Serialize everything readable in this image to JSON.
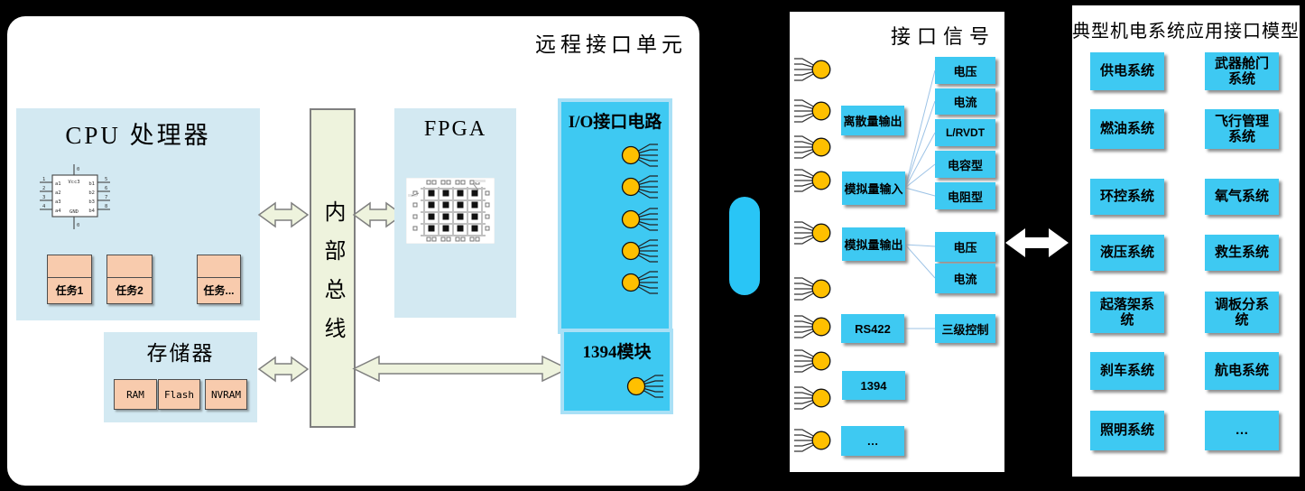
{
  "left_panel": {
    "title": "远程接口单元",
    "cpu_box": {
      "title": "CPU 处理器",
      "tasks": [
        {
          "label": "任务1"
        },
        {
          "label": "任务2"
        },
        {
          "label": "任务..."
        }
      ],
      "chip": {
        "top_pin_num": "0",
        "bottom_pin_num": "0",
        "vcc_label": "Vcc3",
        "gnd_label": "GND",
        "left_pin_nums": [
          "1",
          "2",
          "3",
          "4"
        ],
        "left_pin_labels": [
          "a1",
          "a2",
          "a3",
          "a4"
        ],
        "right_pin_nums": [
          "5",
          "6",
          "7",
          "8"
        ],
        "right_pin_labels": [
          "b1",
          "b2",
          "b3",
          "b4"
        ]
      }
    },
    "internal_bus": {
      "label": "内部总线"
    },
    "fpga_box": {
      "title": "FPGA"
    },
    "io_box": {
      "title": "I/O接口电路"
    },
    "memory_box": {
      "title": "存储器",
      "chips": [
        {
          "label": "RAM"
        },
        {
          "label": "Flash"
        },
        {
          "label": "NVRAM"
        }
      ]
    },
    "m1394_box": {
      "title": "1394模块"
    }
  },
  "middle_panel": {
    "title": "接口信号",
    "signal_boxes": [
      {
        "label": "离散量输出"
      },
      {
        "label": "模拟量输入"
      },
      {
        "label": "模拟量输出"
      },
      {
        "label": "RS422"
      },
      {
        "label": "1394"
      },
      {
        "label": "…"
      }
    ],
    "type_boxes": [
      {
        "label": "电压"
      },
      {
        "label": "电流"
      },
      {
        "label": "L/RVDT"
      },
      {
        "label": "电容型"
      },
      {
        "label": "电阻型"
      },
      {
        "label": "电压"
      },
      {
        "label": "电流"
      },
      {
        "label": "三级控制"
      }
    ]
  },
  "right_panel": {
    "title": "典型机电系统应用接口模型",
    "systems": [
      {
        "label": "供电系统"
      },
      {
        "label": "武器舱门系统"
      },
      {
        "label": "燃油系统"
      },
      {
        "label": "飞行管理系统"
      },
      {
        "label": "环控系统"
      },
      {
        "label": "氧气系统"
      },
      {
        "label": "液压系统"
      },
      {
        "label": "救生系统"
      },
      {
        "label": "起落架系统"
      },
      {
        "label": "调板分系统"
      },
      {
        "label": "刹车系统"
      },
      {
        "label": "航电系统"
      },
      {
        "label": "照明系统"
      },
      {
        "label": "…"
      }
    ]
  },
  "colors": {
    "background": "#000000",
    "panel": "#ffffff",
    "cyan_box": "#3ec9f2",
    "cyan_halo": "#a9e0f6",
    "pale_blue_box": "#d3e9f2",
    "pale_green_arrow": "#eef3dd",
    "arrow_border": "#7f7f7f",
    "peach_box": "#f8cbad",
    "port_yellow": "#ffc000",
    "connector_line": "#9dc3e6",
    "capsule_cyan": "#29c5f6"
  }
}
